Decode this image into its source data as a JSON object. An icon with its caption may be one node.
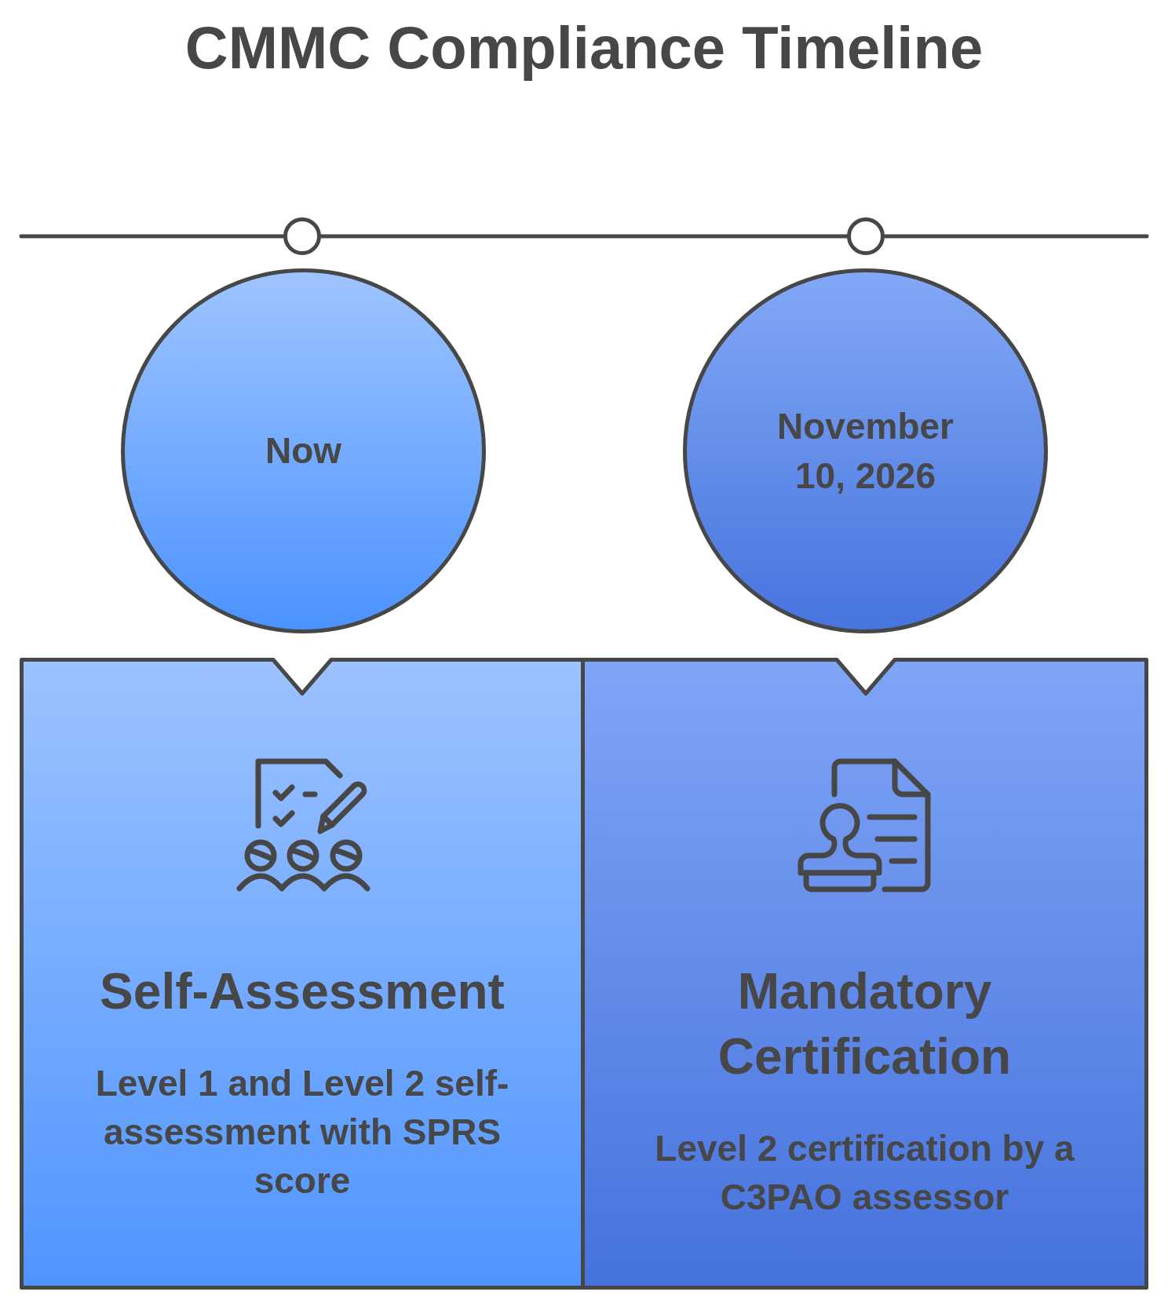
{
  "diagram": {
    "title": "CMMC Compliance Timeline",
    "nodes": [
      {
        "text": [
          "Now"
        ]
      },
      {
        "text": [
          "November 10, 2026"
        ]
      },
      {
        "text": [
          "Self-Assessment",
          "Level 1 and Level 2 self-assessment with SPRS score"
        ]
      },
      {
        "text": [
          "Mandatory Certification",
          "Level 2 certification by a C3PAO assessor"
        ]
      }
    ]
  }
}
